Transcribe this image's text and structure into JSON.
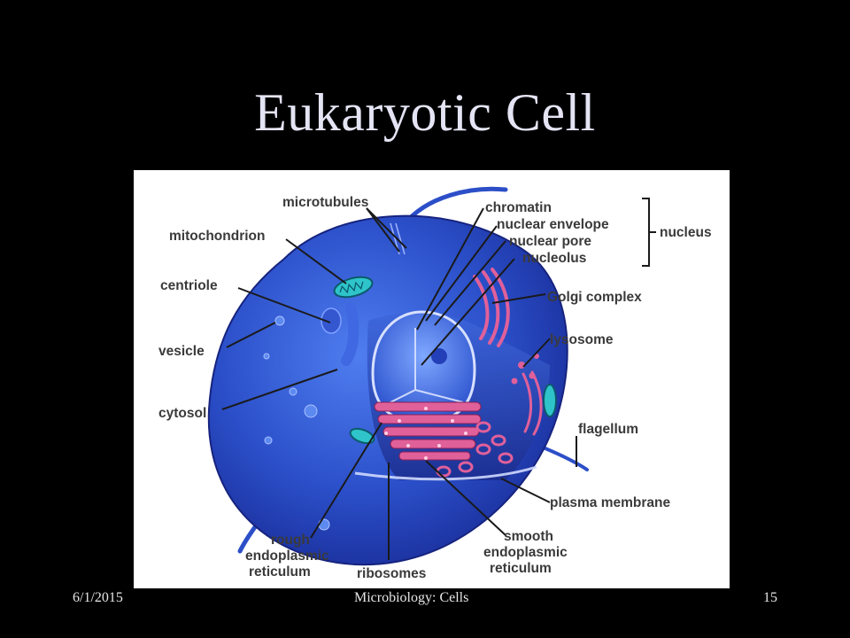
{
  "slide": {
    "title": "Eukaryotic Cell",
    "footer_date": "6/1/2015",
    "footer_center": "Microbiology:  Cells",
    "page_number": "15"
  },
  "diagram": {
    "labels": {
      "microtubules": "microtubules",
      "mitochondrion": "mitochondrion",
      "centriole": "centriole",
      "vesicle": "vesicle",
      "cytosol": "cytosol",
      "chromatin": "chromatin",
      "nuclear_envelope": "nuclear envelope",
      "nuclear_pore": "nuclear pore",
      "nucleolus": "nucleolus",
      "nucleus": "nucleus",
      "golgi_complex": "Golgi complex",
      "lysosome": "lysosome",
      "flagellum": "flagellum",
      "plasma_membrane": "plasma membrane",
      "rough_er_1": "rough",
      "rough_er_2": "endoplasmic",
      "rough_er_3": "reticulum",
      "ribosomes": "ribosomes",
      "smooth_er_1": "smooth",
      "smooth_er_2": "endoplasmic",
      "smooth_er_3": "reticulum"
    },
    "colors": {
      "cell_body": "#2b4fc9",
      "cell_dark": "#12208a",
      "er_pink": "#e0609a",
      "nucleus_blue": "#3f6fe0"
    }
  }
}
